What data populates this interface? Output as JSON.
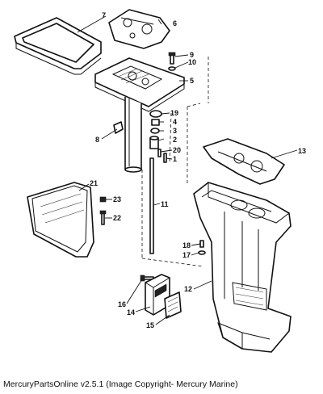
{
  "caption": "MercuryPartsOnline v2.5.1 (Image Copyright- Mercury Marine)",
  "callouts": {
    "c1": "1",
    "c2": "2",
    "c3": "3",
    "c4": "4",
    "c5": "5",
    "c6": "6",
    "c7": "7",
    "c8": "8",
    "c9": "9",
    "c10": "10",
    "c11": "11",
    "c12": "12",
    "c13": "13",
    "c14": "14",
    "c15": "15",
    "c16": "16",
    "c17": "17",
    "c18": "18",
    "c19": "19",
    "c20": "20",
    "c21": "21",
    "c22": "22",
    "c23": "23"
  }
}
